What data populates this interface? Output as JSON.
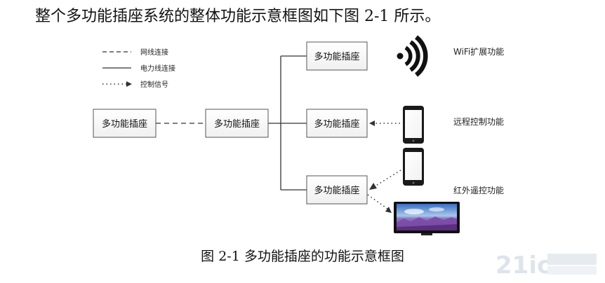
{
  "heading": "整个多功能插座系统的整体功能示意框图如下图 2-1 所示。",
  "legend": {
    "network": "网线连接",
    "power": "电力线连接",
    "control": "控制信号"
  },
  "boxes": {
    "left": "多功能插座",
    "center": "多功能插座",
    "top": "多功能插座",
    "middle": "多功能插座",
    "bottom": "多功能插座"
  },
  "functions": {
    "wifi": "WiFi扩展功能",
    "remote": "远程控制功能",
    "ir": "红外遥控功能"
  },
  "caption": "图 2-1  多功能插座的功能示意框图",
  "watermark": "21ic",
  "colors": {
    "box_border": "#555555",
    "line": "#333333",
    "phone": "#1a1a1a"
  }
}
